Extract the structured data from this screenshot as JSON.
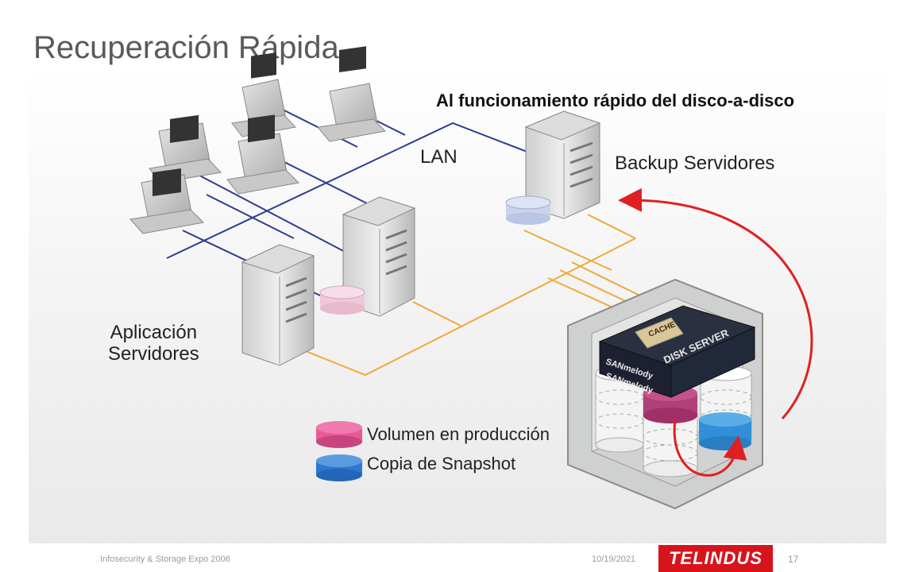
{
  "slide": {
    "title": "Recuperación Rápida",
    "headline": "Al funcionamiento rápido del disco-a-disco"
  },
  "labels": {
    "lan": "LAN",
    "backup_servers": "Backup Servidores",
    "app_servers_line1": "Aplicación",
    "app_servers_line2": "Servidores"
  },
  "legend": {
    "production": "Volumen en producción",
    "snapshot": "Copia de Snapshot"
  },
  "storage": {
    "cache_label": "CACHE",
    "disk_server_label": "DISK SERVER",
    "sanmelody_1": "SANmelody",
    "sanmelody_2": "SANmelody"
  },
  "footer": {
    "event": "Infosecurity & Storage Expo 2006",
    "date": "10/19/2021",
    "page": "17",
    "logo": "TELINDUS"
  },
  "colors": {
    "lan_line": "#2e3d8f",
    "san_line": "#f0a93a",
    "recovery_arrow": "#e02020",
    "production_volume": "#e44f90",
    "snapshot_volume": "#2f78d0",
    "logo_bg": "#d7141c"
  }
}
